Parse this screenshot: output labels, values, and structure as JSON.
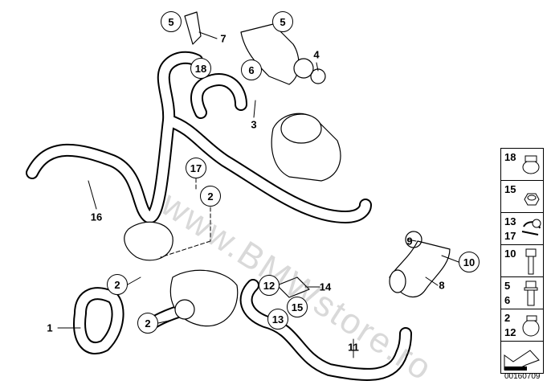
{
  "callouts": [
    "5",
    "5",
    "18",
    "6",
    "17",
    "2",
    "2",
    "2",
    "12",
    "15",
    "13",
    "10"
  ],
  "labels": [
    "7",
    "4",
    "3",
    "16",
    "9",
    "8",
    "14",
    "1",
    "11"
  ],
  "legend": [
    {
      "numbers": [
        "18"
      ],
      "icon": "hose-clamp-icon"
    },
    {
      "numbers": [
        "15"
      ],
      "icon": "hex-nut-icon"
    },
    {
      "numbers": [
        "13",
        "17"
      ],
      "icon": "clip-clamp-icon"
    },
    {
      "numbers": [
        "10"
      ],
      "icon": "hex-bolt-icon"
    },
    {
      "numbers": [
        "5",
        "6"
      ],
      "icon": "flange-bolt-icon"
    },
    {
      "numbers": [
        "2",
        "12"
      ],
      "icon": "hose-clamp-icon"
    },
    {
      "numbers": [],
      "icon": "arrow-icon"
    }
  ],
  "watermark": "www.BMWstore.ro",
  "diagram_code": "00160709"
}
